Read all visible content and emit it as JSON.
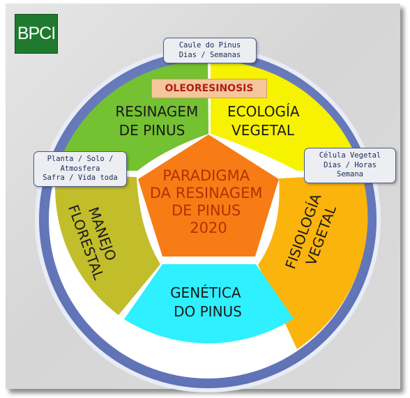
{
  "logo": {
    "text": "BPCI"
  },
  "banner": {
    "text": "OLEORESINOSIS"
  },
  "center": {
    "lines": [
      "PARADIGMA",
      "DA RESINAGEM",
      "DE PINUS",
      "2020"
    ]
  },
  "segments": {
    "resinagem": {
      "lines": [
        "RESINAGEM",
        "DE PINUS"
      ],
      "color": "#74c131"
    },
    "ecologia": {
      "lines": [
        "ECOLOGÍA",
        "VEGETAL"
      ],
      "color": "#f6f200"
    },
    "fisiologia": {
      "lines": [
        "FISIOLOGÍA",
        "VEGETAL"
      ],
      "color": "#fbb40c"
    },
    "genetica": {
      "lines": [
        "GENÉTICA",
        "DO PINUS"
      ],
      "color": "#2ef0ff"
    },
    "manejo": {
      "lines": [
        "MANEJO",
        "FLORESTAL"
      ],
      "color": "#c2bd2a"
    }
  },
  "notes": {
    "top": [
      "Caule do Pinus",
      "Dias / Semanas"
    ],
    "left": [
      "Planta / Solo /",
      "Atmosfera",
      "Safra / Vida toda"
    ],
    "right": [
      "Célula Vegetal",
      "Dias / Horas",
      "Semana"
    ]
  },
  "colors": {
    "ring": "#6a7ec0",
    "pentagon": "#f77c16",
    "center_text": "#b33200"
  }
}
